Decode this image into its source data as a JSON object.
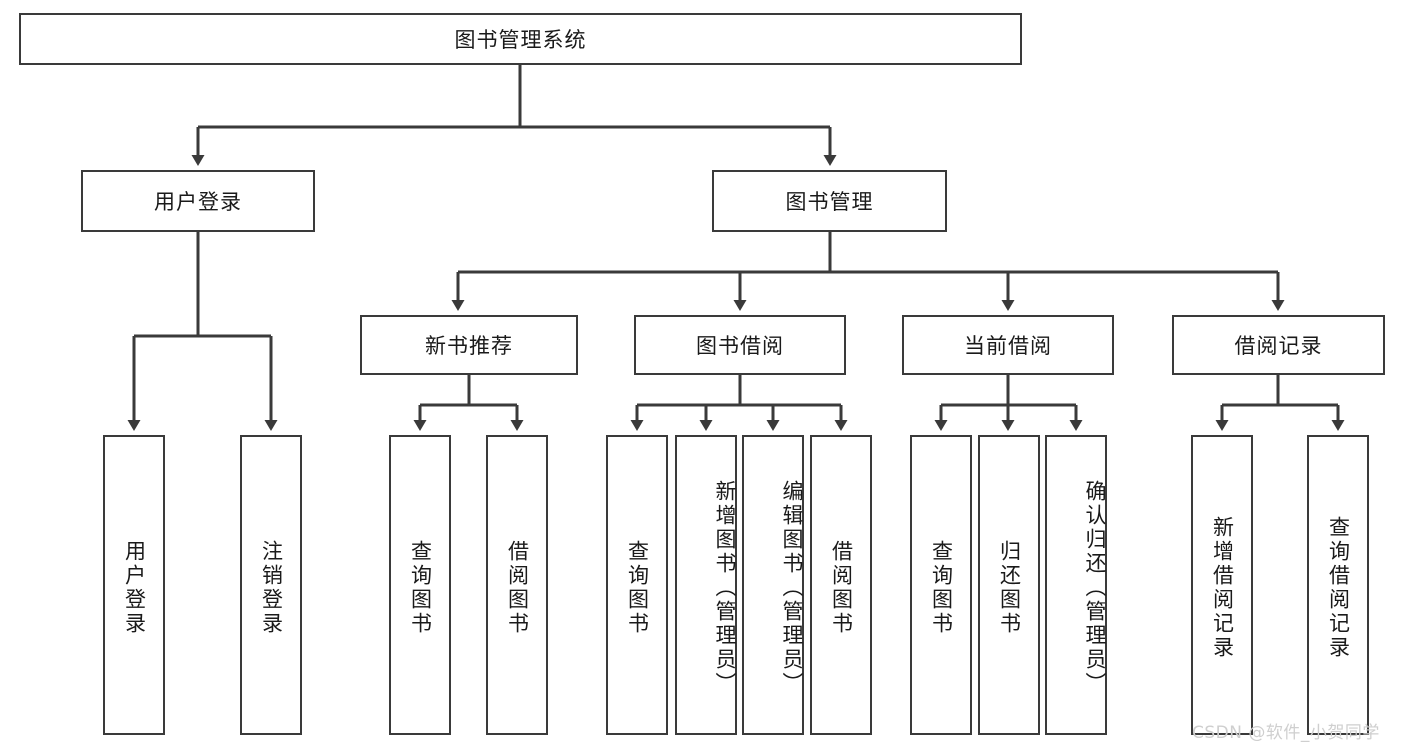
{
  "diagram": {
    "type": "tree",
    "title": "图书管理系统",
    "orientation": "top-down",
    "colors": {
      "box_border": "#3a3a3a",
      "box_fill": "#ffffff",
      "edge": "#3a3a3a",
      "text": "#1a1a1a",
      "watermark": "#cfcfcf"
    },
    "levels": {
      "root": {
        "label": "图书管理系统"
      },
      "level1": [
        {
          "label": "用户登录"
        },
        {
          "label": "图书管理"
        }
      ],
      "level2": [
        {
          "label": "新书推荐",
          "parent": "图书管理"
        },
        {
          "label": "图书借阅",
          "parent": "图书管理"
        },
        {
          "label": "当前借阅",
          "parent": "图书管理"
        },
        {
          "label": "借阅记录",
          "parent": "图书管理"
        }
      ],
      "leaves": [
        {
          "label": "用户登录",
          "parent": "用户登录"
        },
        {
          "label": "注销登录",
          "parent": "用户登录"
        },
        {
          "label": "查询图书",
          "parent": "新书推荐"
        },
        {
          "label": "借阅图书",
          "parent": "新书推荐"
        },
        {
          "label": "查询图书",
          "parent": "图书借阅"
        },
        {
          "label": "新增图书（管理员）",
          "parent": "图书借阅"
        },
        {
          "label": "编辑图书（管理员）",
          "parent": "图书借阅"
        },
        {
          "label": "借阅图书",
          "parent": "图书借阅"
        },
        {
          "label": "查询图书",
          "parent": "当前借阅"
        },
        {
          "label": "归还图书",
          "parent": "当前借阅"
        },
        {
          "label": "确认归还（管理员）",
          "parent": "当前借阅"
        },
        {
          "label": "新增借阅记录",
          "parent": "借阅记录"
        },
        {
          "label": "查询借阅记录",
          "parent": "借阅记录"
        }
      ]
    }
  },
  "watermark": {
    "text": "CSDN @软件_小贺同学"
  }
}
